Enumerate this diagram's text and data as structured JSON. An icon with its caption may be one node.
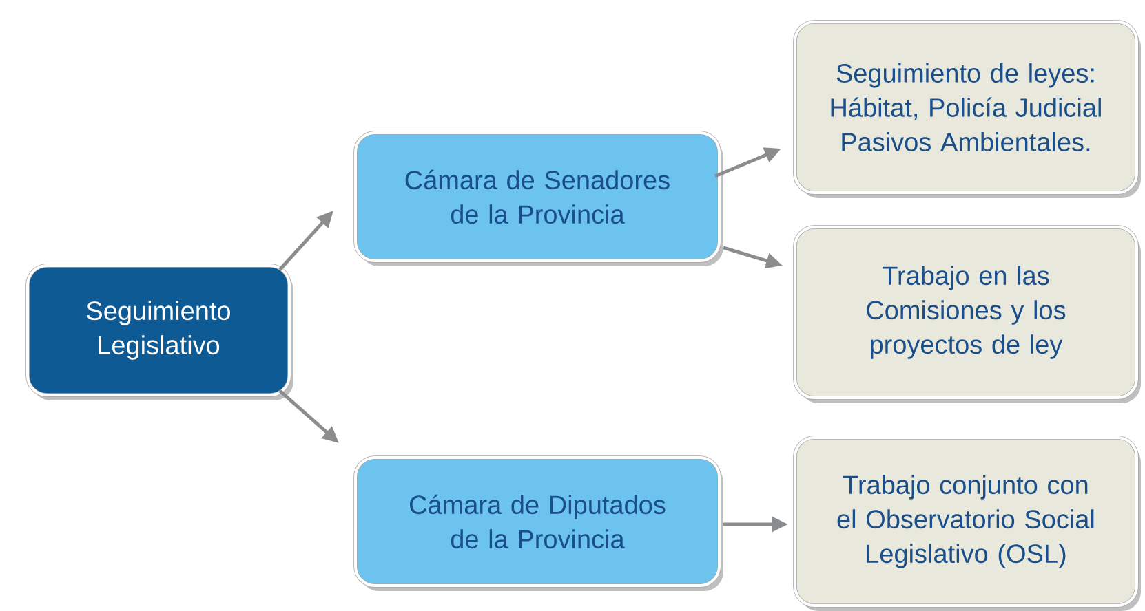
{
  "diagram": {
    "nodes": [
      {
        "text": [
          "Seguimiento Legislativo"
        ]
      },
      {
        "text": [
          "Cámara de Senadores de la Provincia"
        ]
      },
      {
        "text": [
          "Cámara de Diputados de la Provincia"
        ]
      },
      {
        "text": [
          "Seguimiento de leyes: Hábitat, Policía Judicial Pasivos Ambientales."
        ]
      },
      {
        "text": [
          "Trabajo en las Comisiones y los proyectos de ley"
        ]
      },
      {
        "text": [
          "Trabajo conjunto con el Observatorio Social Legislativo (OSL)"
        ]
      }
    ],
    "edges": [
      {
        "from": 0,
        "to": 1,
        "arrow": "to"
      },
      {
        "from": 0,
        "to": 2,
        "arrow": "to"
      },
      {
        "from": 1,
        "to": 3,
        "arrow": "to"
      },
      {
        "from": 1,
        "to": 4,
        "arrow": "to"
      },
      {
        "from": 2,
        "to": 5,
        "arrow": "to"
      }
    ]
  }
}
